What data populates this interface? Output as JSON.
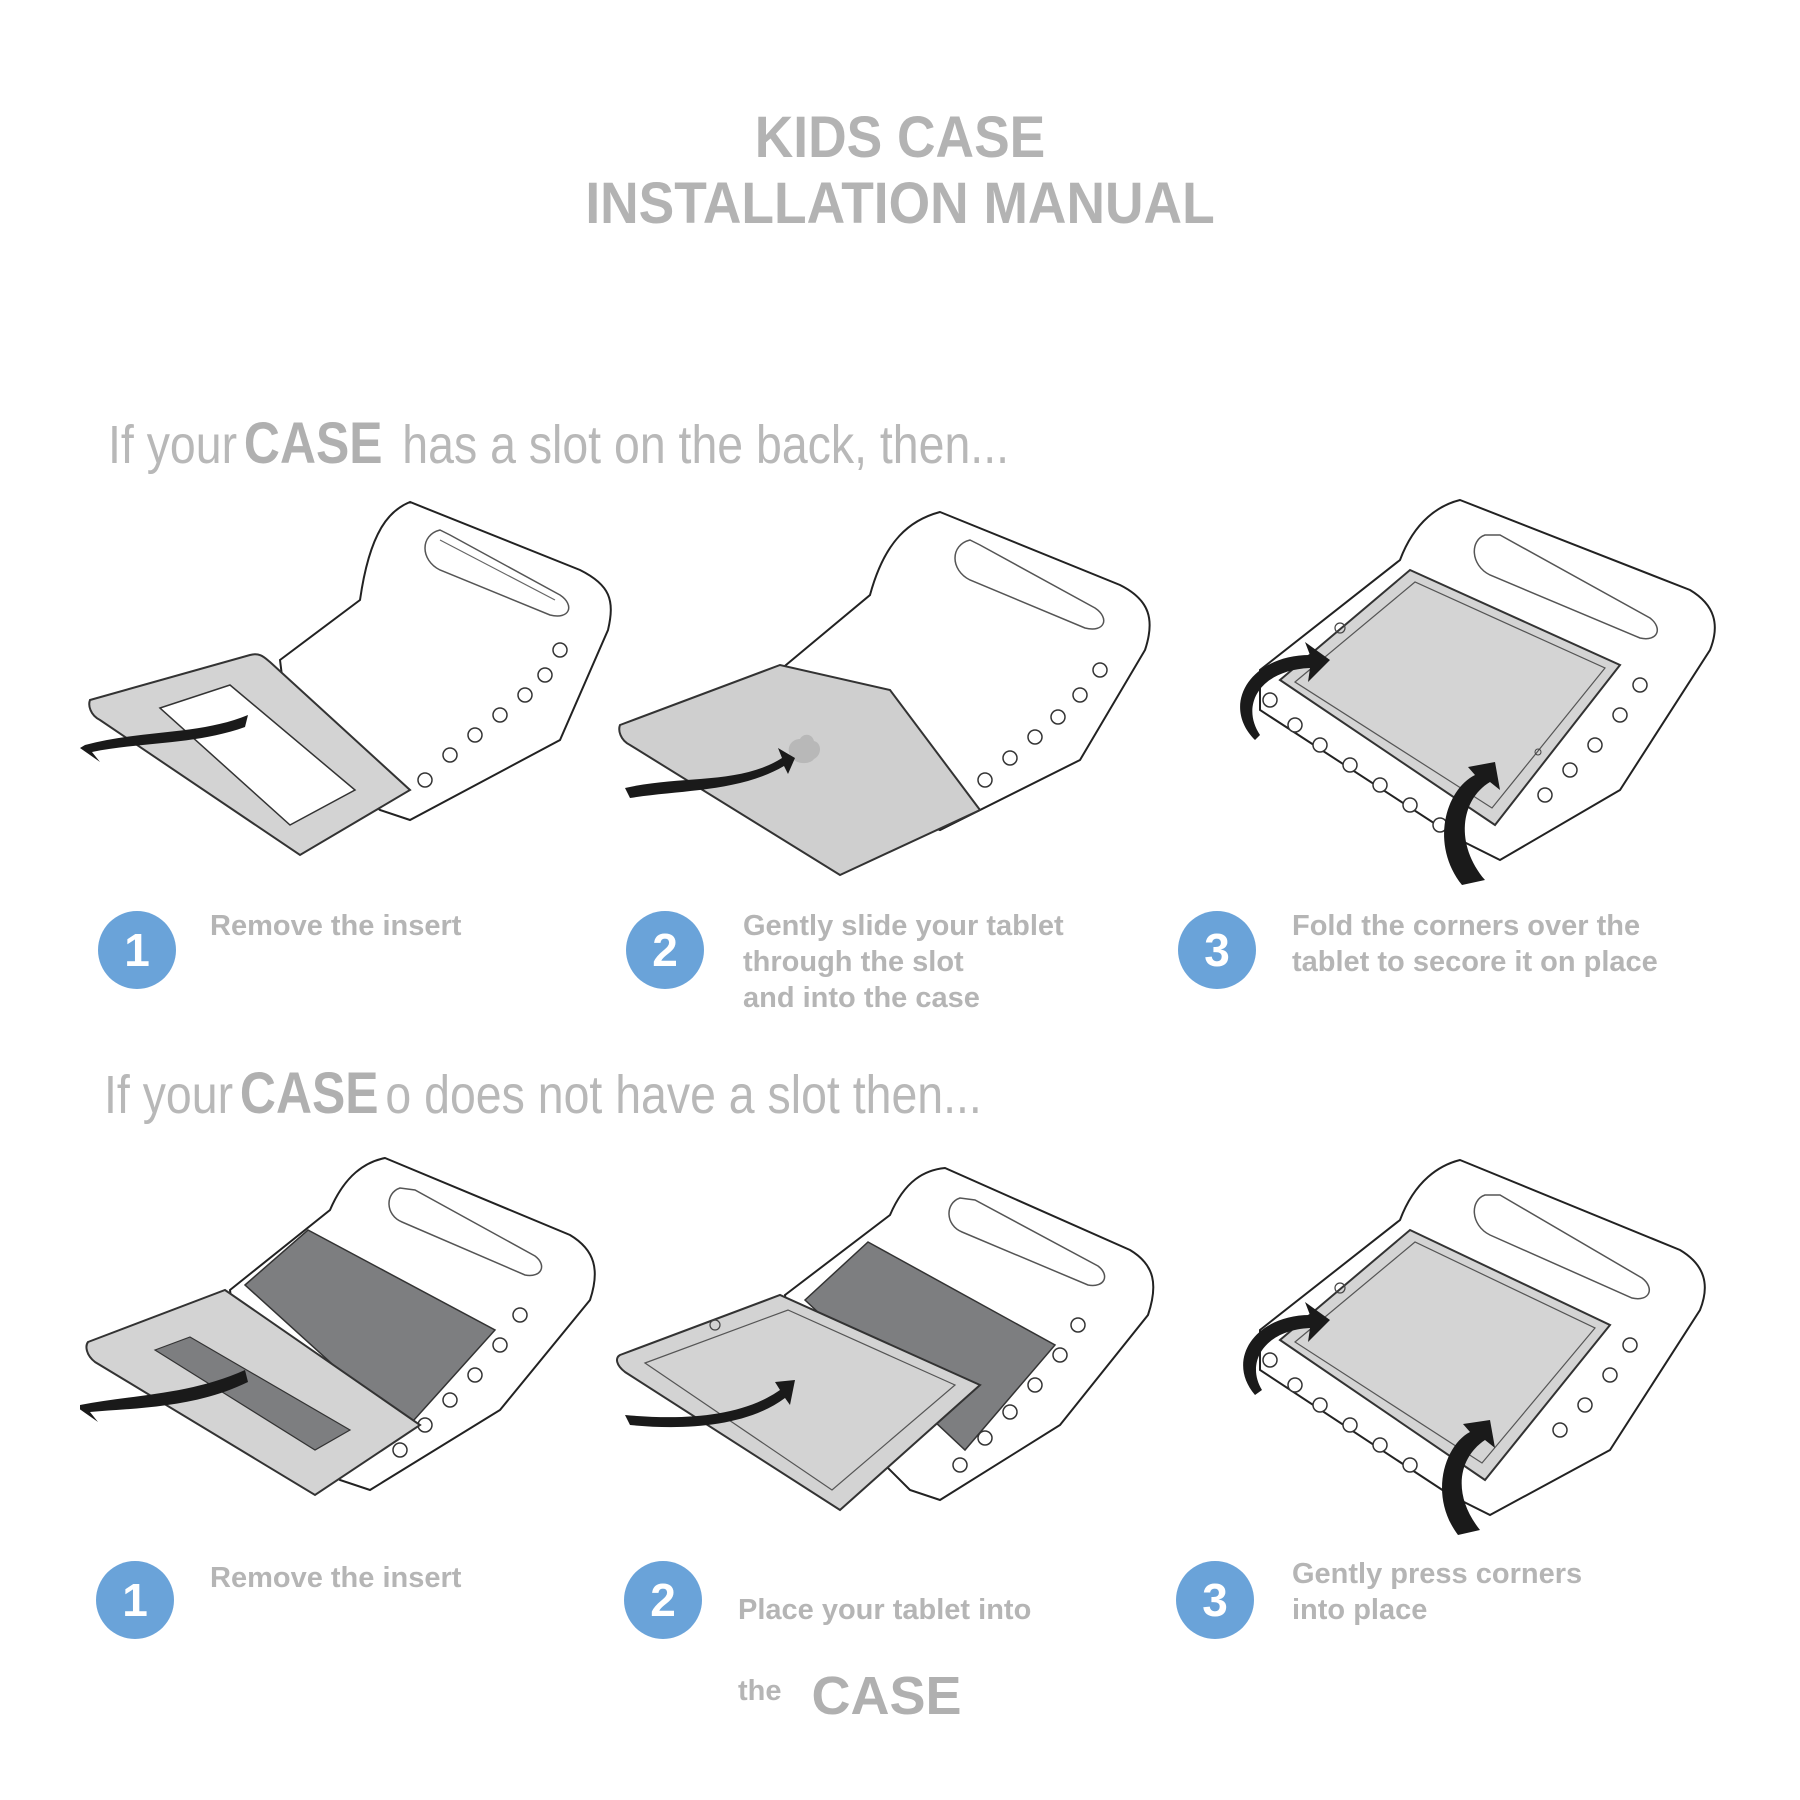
{
  "header": {
    "title_line1": "KIDS CASE",
    "title_line2": "INSTALLATION MANUAL"
  },
  "sections": [
    {
      "heading_prefix": "If your",
      "heading_emphasis": "CASE",
      "heading_suffix": " has a slot on the back, then...",
      "steps": [
        {
          "number": "1",
          "text": "Remove the insert",
          "illustration": "case-back-insert-removed-arrow-left"
        },
        {
          "number": "2",
          "text": "Gently slide your tablet\nthrough the slot\nand into the case",
          "illustration": "tablet-sliding-through-back-slot-arrow-right"
        },
        {
          "number": "3",
          "text": "Fold the corners over the\ntablet to secore it on place",
          "illustration": "tablet-in-case-corner-fold-arrows"
        }
      ]
    },
    {
      "heading_prefix": "If your",
      "heading_emphasis": "CASE",
      "heading_suffix": "o does not have a slot then...",
      "steps": [
        {
          "number": "1",
          "text": "Remove the insert",
          "illustration": "case-front-insert-removed-arrow-left"
        },
        {
          "number": "2",
          "text_line1": "Place your tablet into",
          "text_line2": "the",
          "text_emphasis": "CASE",
          "illustration": "tablet-placed-into-case-arrow-right"
        },
        {
          "number": "3",
          "text": "Gently press corners\ninto place",
          "illustration": "tablet-in-case-corner-press-arrows"
        }
      ]
    }
  ],
  "colors": {
    "badge": "#6aa3d9",
    "text_gray": "#b5b5b5",
    "tablet_light": "#d4d4d4",
    "tablet_dark": "#7d7e80",
    "arrow": "#1a1a1a"
  }
}
